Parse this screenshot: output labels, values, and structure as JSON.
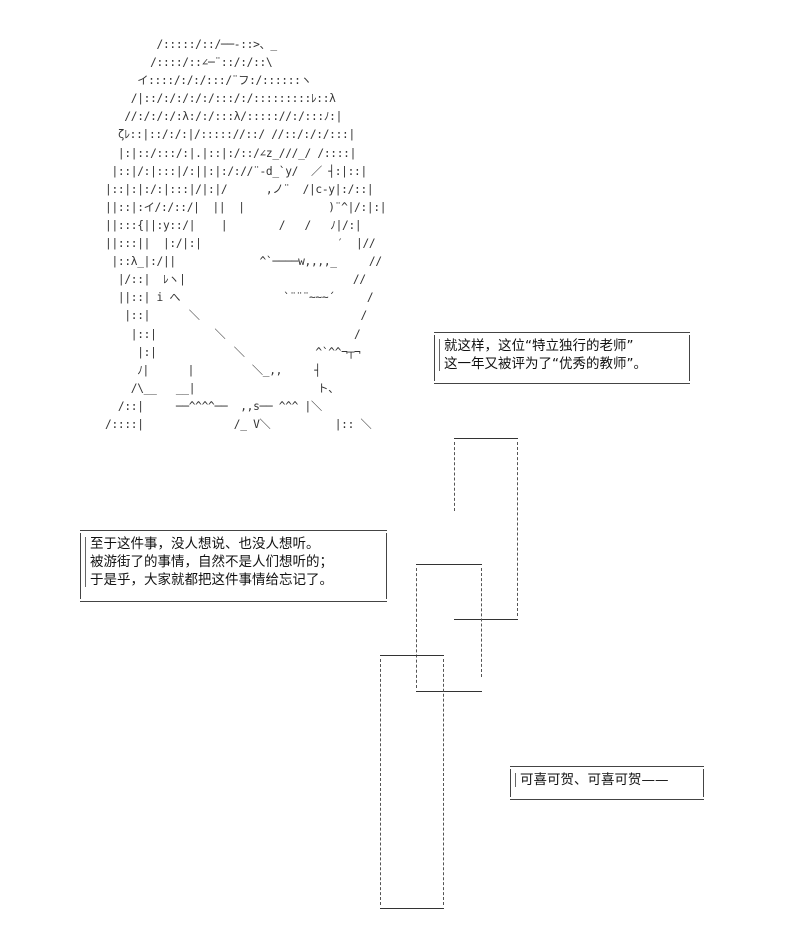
{
  "ascii_art": {
    "lines": [
      "               /:::::/::/──-::>、_",
      "              /::::/::∠─¨::/:/::\\",
      "            イ::::/:/:/:::/¨フ:/::::::ヽ",
      "           /|::/:/:/:/:/:::/:/:::::::::ﾚ::λ",
      "          //:/:/:/:λ:/:/:::λ/::::://:/:::ﾉ:|",
      "         ζﾚ::|::/:/:|/::::://::/ //::/:/:/:::|",
      "         |:|::/:::/:|.|::|:/::/∠z_///_/ /::::|",
      "        |::|/:|:::|/:||:|:/://¨-d_`y/  ／ ┤:|::|",
      "       |::|:|:/:|:::|/|:|/      ,ノ¨  /|c-y|:/::|",
      "       ||::|:イ/:/::/|  ||  |             )¨^|/:|:|",
      "       ||:::{||:y::/|    |        /   /   ﾉ|/:|",
      "       ||:::||  |:/|:|                     ′  |//",
      "        |::λ_|:/||             ^`────w,,,,_     //",
      "         |/::|  ﾚヽ|                          //",
      "         ||::| i へ                `¨¨¨~~~´     /",
      "          |::|      ＼                         /",
      "           |::|         ＼                    /",
      "            |:|            ＼           ^`^^¬┬¬",
      "            ﾉ|      |         ＼_,,     ┤",
      "           /\\__   __|                   ト、",
      "         /::|     ──^^^^──  ,,s── ^^^ |＼",
      "       /::::|              /_ V＼          |:: ＼"
    ]
  },
  "captions": {
    "top_right": {
      "line1": "就这样，这位“特立独行的老师”",
      "line2": "这一年又被评为了“优秀的教师”。"
    },
    "middle_left": {
      "line1": "至于这件事，没人想说、也没人想听。",
      "line2": "被游街了的事情，自然不是人们想听的；",
      "line3": "于是乎，大家就都把这件事情给忘记了。"
    },
    "bottom_right": {
      "line1": "可喜可贺、可喜可贺——"
    }
  }
}
